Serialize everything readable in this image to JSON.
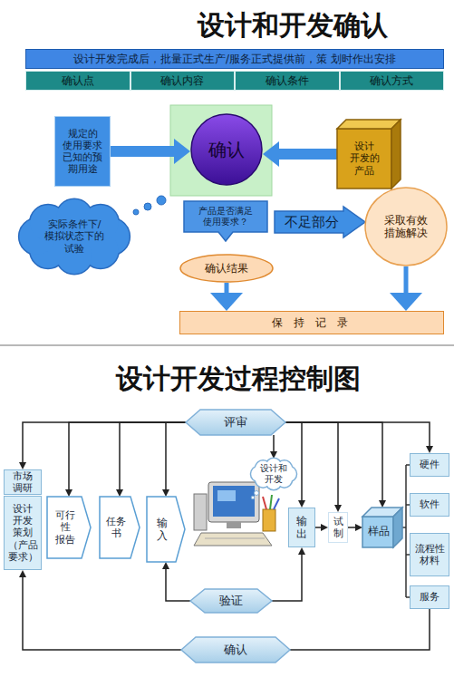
{
  "diagram": {
    "title": "设计和开发确认",
    "nodes": [
      {
        "text": [
          "设计开发完成后，批量正式生产/服务正式提供前，策 划时作出安排"
        ]
      },
      {
        "text": [
          "确认点"
        ]
      },
      {
        "text": [
          "确认内容"
        ]
      },
      {
        "text": [
          "确认条件"
        ]
      },
      {
        "text": [
          "确认方式"
        ]
      },
      {
        "text": [
          "规定的 使用要求 已知的预 期用途"
        ]
      },
      {
        "text": [
          "确认"
        ]
      },
      {
        "text": [
          "设计 开发的 产品"
        ]
      },
      {
        "text": [
          "实际条件下/ 模拟状态下的 试验"
        ]
      },
      {
        "text": [
          "产品是否满足 使用要求？"
        ]
      },
      {
        "text": [
          "不足部分"
        ]
      },
      {
        "text": [
          "采取有效 措施解决"
        ]
      },
      {
        "text": [
          "确认结果"
        ]
      },
      {
        "text": [
          "保 持 记 录"
        ]
      },
      {
        "text": [
          "评审"
        ]
      },
      {
        "text": [
          "市场 调研"
        ]
      },
      {
        "text": [
          "设计 开发 策划 （产品 要求）"
        ]
      },
      {
        "text": [
          "可行 性 报告"
        ]
      },
      {
        "text": [
          "任务 书"
        ]
      },
      {
        "text": [
          "输入"
        ]
      },
      {
        "text": [
          "设计和 开发"
        ]
      },
      {
        "text": [
          "输出"
        ]
      },
      {
        "text": [
          "试制"
        ]
      },
      {
        "text": [
          "样品"
        ]
      },
      {
        "text": [
          "硬件"
        ]
      },
      {
        "text": [
          "软件"
        ]
      },
      {
        "text": [
          "流程性 材料"
        ]
      },
      {
        "text": [
          "服务"
        ]
      },
      {
        "text": [
          "验证"
        ]
      },
      {
        "text": [
          "确认"
        ]
      }
    ],
    "edges": [
      {
        "from": 5,
        "to": 6,
        "arrow": "to"
      },
      {
        "from": 7,
        "to": 6,
        "arrow": "to"
      },
      {
        "from": 12,
        "to": 13,
        "arrow": "to"
      },
      {
        "from": 11,
        "to": 13,
        "arrow": "to"
      },
      {
        "from": 14,
        "to": 15,
        "arrow": "to"
      },
      {
        "from": 14,
        "to": 17,
        "arrow": "to"
      },
      {
        "from": 14,
        "to": 18,
        "arrow": "to"
      },
      {
        "from": 14,
        "to": 19,
        "arrow": "to"
      },
      {
        "from": 14,
        "to": 20,
        "arrow": "to"
      },
      {
        "from": 14,
        "to": 21,
        "arrow": "to"
      },
      {
        "from": 14,
        "to": 22,
        "arrow": "to"
      },
      {
        "from": 14,
        "to": 23,
        "arrow": "to"
      },
      {
        "from": 14,
        "to": 24,
        "arrow": "to"
      },
      {
        "from": 28,
        "to": 19,
        "arrow": "to"
      },
      {
        "from": 28,
        "to": 21,
        "arrow": "to"
      },
      {
        "from": 29,
        "to": 16,
        "arrow": "to"
      },
      {
        "from": 29,
        "to": 27,
        "arrow": "none"
      },
      {
        "from": 21,
        "to": 22,
        "arrow": "to"
      },
      {
        "from": 22,
        "to": 23,
        "arrow": "to"
      }
    ],
    "labels": [
      "设计开发过程控制图"
    ]
  }
}
